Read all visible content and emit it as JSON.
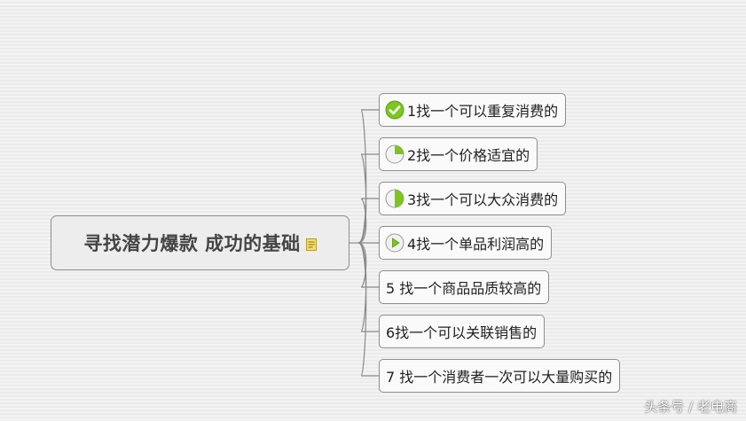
{
  "central": {
    "title": "寻找潜力爆款 成功的基础",
    "note_icon": "note-icon"
  },
  "topics": [
    {
      "label": "1找一个可以重复消费的",
      "marker": "task-done-icon"
    },
    {
      "label": "2找一个价格适宜的",
      "marker": "progress-quarter-icon"
    },
    {
      "label": "3找一个可以大众消费的",
      "marker": "progress-half-icon"
    },
    {
      "label": "4找一个单品利润高的",
      "marker": "play-icon"
    },
    {
      "label": "5 找一个商品品质较高的",
      "marker": ""
    },
    {
      "label": "6找一个可以关联销售的",
      "marker": ""
    },
    {
      "label": "7 找一个消费者一次可以大量购买的",
      "marker": ""
    }
  ],
  "watermark": "头条号 / 老电商",
  "colors": {
    "accent_green": "#7cc61f",
    "border": "#8e8e8e",
    "line": "#8a8a8a"
  }
}
